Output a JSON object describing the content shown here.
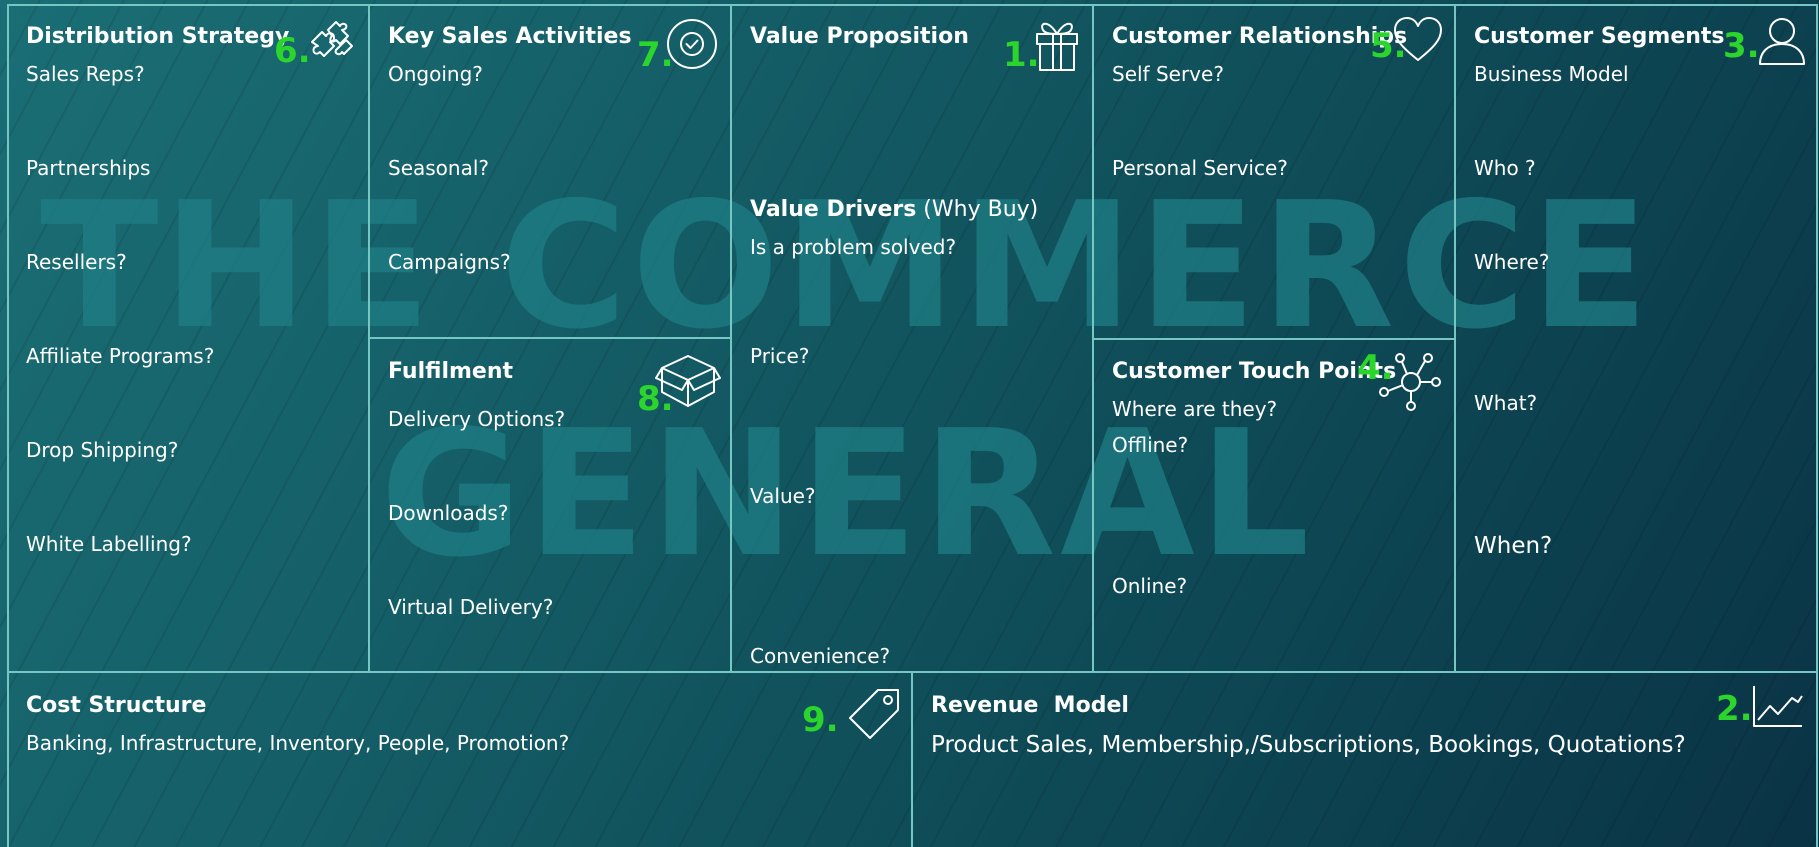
{
  "watermark": {
    "line1": "THE COMMERCE",
    "line2": "GENERAL"
  },
  "sections": {
    "distribution": {
      "title": "Distribution Strategy",
      "number": "6.",
      "icon": "puzzle-icon",
      "items": [
        "Sales Reps?",
        "Partnerships",
        "Resellers?",
        "Affiliate Programs?",
        "Drop Shipping?",
        "White Labelling?"
      ]
    },
    "key_sales": {
      "title": "Key Sales Activities",
      "number": "7.",
      "icon": "check-circle-icon",
      "items": [
        "Ongoing?",
        "Seasonal?",
        "Campaigns?"
      ]
    },
    "fulfilment": {
      "title": "Fulfilment",
      "number": "8.",
      "icon": "box-icon",
      "items": [
        "Delivery Options?",
        "Downloads?",
        "Virtual Delivery?"
      ]
    },
    "value_proposition": {
      "title": "Value Proposition",
      "number": "1.",
      "icon": "gift-icon",
      "drivers_title": "Value Drivers",
      "drivers_sub": " (Why Buy)",
      "items": [
        "Is a problem solved?",
        "Price?",
        "Value?",
        "Convenience?"
      ]
    },
    "customer_relationships": {
      "title": "Customer Relationships",
      "number": "5.",
      "icon": "heart-icon",
      "items": [
        "Self Serve?",
        "Personal Service?"
      ]
    },
    "touch_points": {
      "title": "Customer Touch Points",
      "number": "4.",
      "icon": "network-icon",
      "items": [
        "Where are they?",
        "Offline?",
        "Online?"
      ]
    },
    "customer_segments": {
      "title": "Customer Segments",
      "number": "3.",
      "icon": "user-icon",
      "items": [
        "Business Model",
        "Who ?",
        "Where?",
        "What?",
        "When?"
      ]
    },
    "cost_structure": {
      "title": "Cost Structure",
      "number": "9.",
      "icon": "tag-icon",
      "items": [
        "Banking, Infrastructure, Inventory, People, Promotion?"
      ]
    },
    "revenue_model": {
      "title": "Revenue  Model",
      "number": "2.",
      "icon": "line-chart-icon",
      "items": [
        "Product Sales, Membership,/Subscriptions, Bookings, Quotations?"
      ]
    }
  }
}
